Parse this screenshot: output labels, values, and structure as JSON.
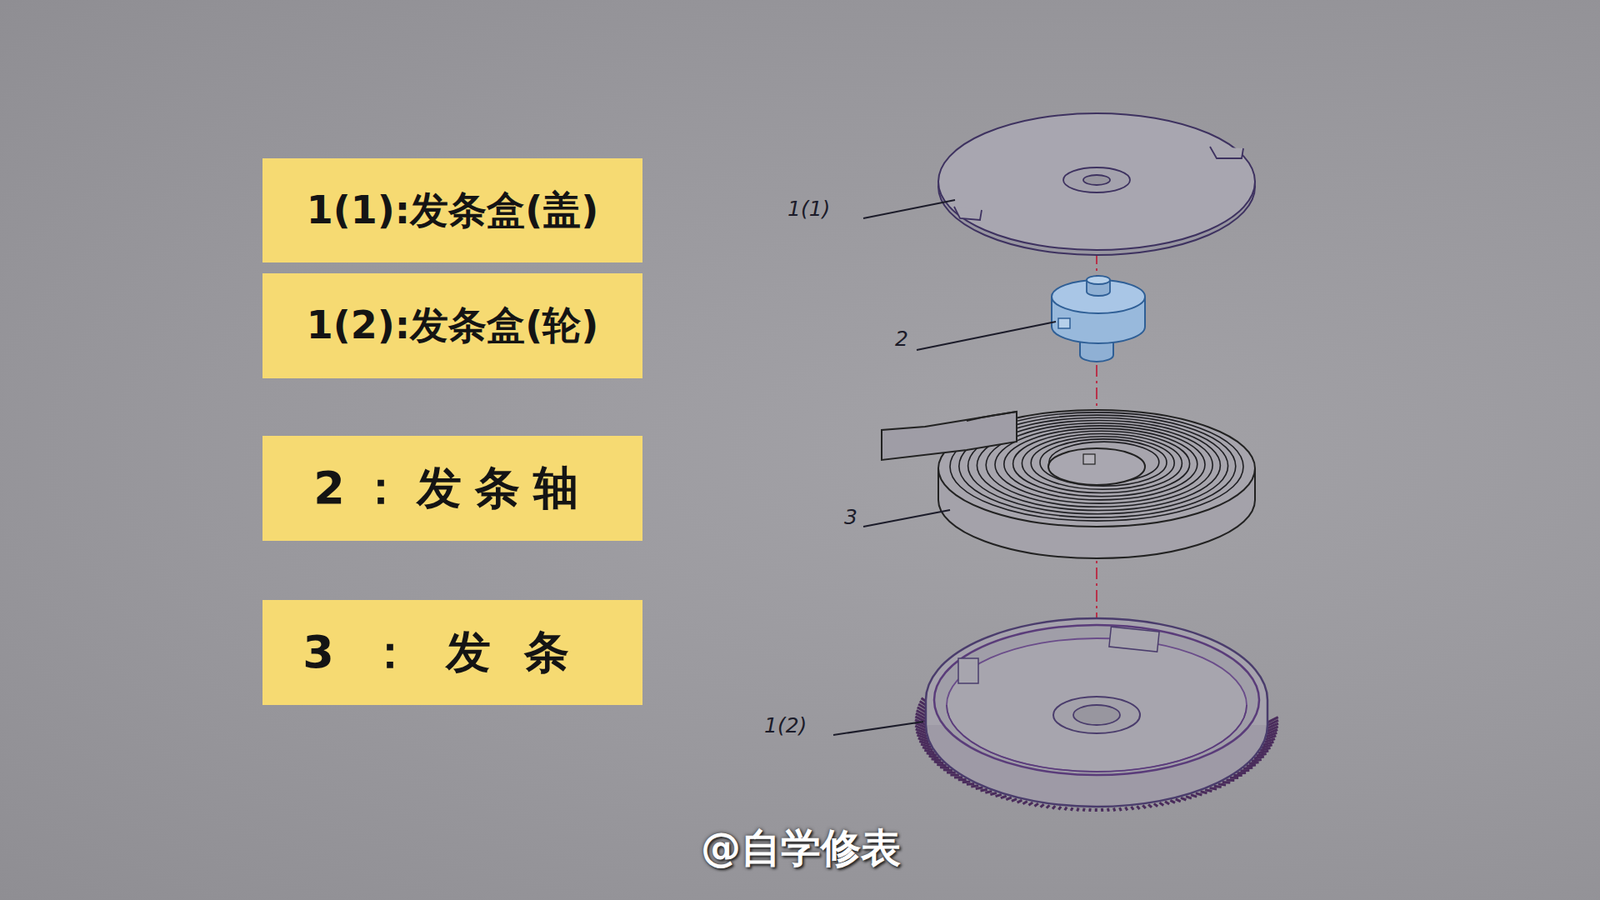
{
  "diagram": {
    "nodes": [
      {
        "text": [
          "1(1):发条盒(盖)"
        ]
      },
      {
        "text": [
          "1(2):发条盒(轮)"
        ]
      },
      {
        "text": [
          "2：发条轴"
        ]
      },
      {
        "text": [
          "3：发条"
        ]
      }
    ],
    "labels": [
      "1(1)",
      "2",
      "3",
      "1(2)",
      "@自学修表"
    ]
  }
}
